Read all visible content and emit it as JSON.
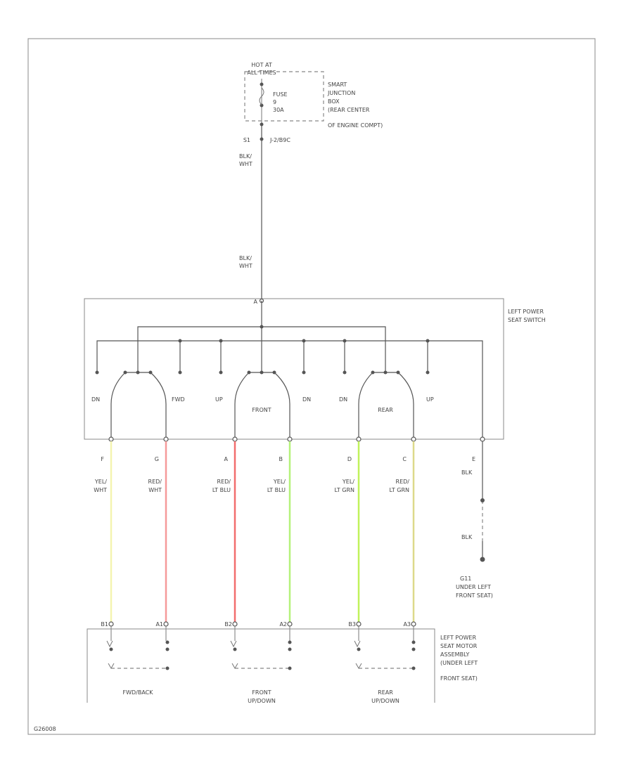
{
  "power_source": {
    "line1": "HOT AT",
    "line2": "ALL TIMES",
    "fuse_line1": "FUSE",
    "fuse_line2": "9",
    "fuse_line3": "30A",
    "connector_pin": "S1",
    "connector_id": "J-2/B9C"
  },
  "junction_box": {
    "line1": "SMART",
    "line2": "JUNCTION",
    "line3": "BOX",
    "line4": "(REAR CENTER",
    "line5": "OF ENGINE COMPT)"
  },
  "feed_wire": {
    "upper_line1": "BLK/",
    "upper_line2": "WHT",
    "lower_line1": "BLK/",
    "lower_line2": "WHT"
  },
  "switch_assembly": {
    "name_line1": "LEFT POWER",
    "name_line2": "SEAT SWITCH",
    "top_pin": "A",
    "switches": [
      {
        "name": "",
        "left": "DN",
        "right": "FWD"
      },
      {
        "name": "FRONT",
        "left": "UP",
        "right": "DN"
      },
      {
        "name": "REAR",
        "left": "DN",
        "right": "UP"
      }
    ]
  },
  "wires": [
    {
      "pin": "F",
      "color_line1": "YEL/",
      "color_line2": "WHT",
      "hex": "#f4f4b0",
      "motor_pin": "B1"
    },
    {
      "pin": "G",
      "color_line1": "RED/",
      "color_line2": "WHT",
      "hex": "#f59a9a",
      "motor_pin": "A1"
    },
    {
      "pin": "A",
      "color_line1": "RED/",
      "color_line2": "LT BLU",
      "hex": "#f26d6d",
      "motor_pin": "B2"
    },
    {
      "pin": "B",
      "color_line1": "YEL/",
      "color_line2": "LT BLU",
      "hex": "#b5f27a",
      "motor_pin": "A2"
    },
    {
      "pin": "D",
      "color_line1": "YEL/",
      "color_line2": "LT GRN",
      "hex": "#c0f25a",
      "motor_pin": "B3"
    },
    {
      "pin": "C",
      "color_line1": "RED/",
      "color_line2": "LT GRN",
      "hex": "#ddd98a",
      "motor_pin": "A3"
    }
  ],
  "ground": {
    "pin": "E",
    "wire_upper": "BLK",
    "wire_lower": "BLK",
    "name_line1": "G11",
    "name_line2": "UNDER LEFT",
    "name_line3": "FRONT SEAT)"
  },
  "motor_assembly": {
    "name_line1": "LEFT POWER",
    "name_line2": "SEAT MOTOR",
    "name_line3": "ASSEMBLY",
    "name_line4": "(UNDER LEFT",
    "name_line5": "FRONT SEAT)",
    "motors": [
      {
        "label_line1": "FWD/BACK",
        "label_line2": ""
      },
      {
        "label_line1": "FRONT",
        "label_line2": "UP/DOWN"
      },
      {
        "label_line1": "REAR",
        "label_line2": "UP/DOWN"
      }
    ]
  },
  "diagram_code": "G26008"
}
